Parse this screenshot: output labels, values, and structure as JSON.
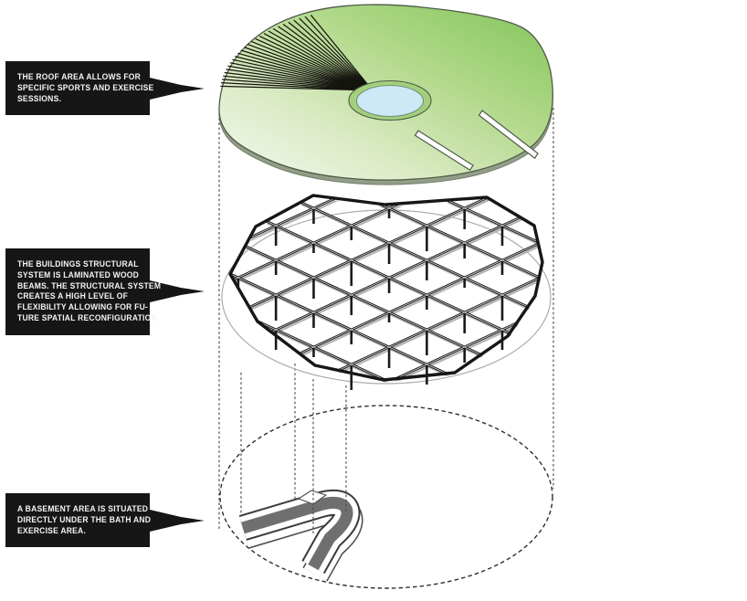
{
  "annotations": [
    {
      "id": "roof-note",
      "lines": [
        "THE ROOF AREA ALLOWS FOR",
        "SPECIFIC SPORTS AND EXERCISE",
        "SESSIONS."
      ]
    },
    {
      "id": "structure-note",
      "lines": [
        "THE BUILDINGS STRUCTURAL",
        "SYSTEM IS LAMINATED WOOD",
        "BEAMS. THE STRUCTURAL SYSTEM",
        "CREATES A HIGH LEVEL OF",
        "FLEXIBILITY ALLOWING FOR FU-",
        "TURE SPATIAL RECONFIGURATION."
      ]
    },
    {
      "id": "basement-note",
      "lines": [
        "A BASEMENT AREA IS SITUATED",
        "DIRECTLY UNDER THE BATH AND",
        "EXERCISE AREA."
      ]
    }
  ],
  "colors": {
    "label_bg": "#161616",
    "label_text": "#f4f4f4",
    "roof_green_dark": "#83c45a",
    "roof_green_light": "#f5f8ef",
    "roof_rim": "#929e87",
    "pool_blue": "#cde9f6",
    "pool_ring_green": "#a3cf7c",
    "beam_black": "#1f1f1f",
    "guide_gray": "#4a4a4a",
    "basement_floor_gray": "#6f6f6f"
  }
}
